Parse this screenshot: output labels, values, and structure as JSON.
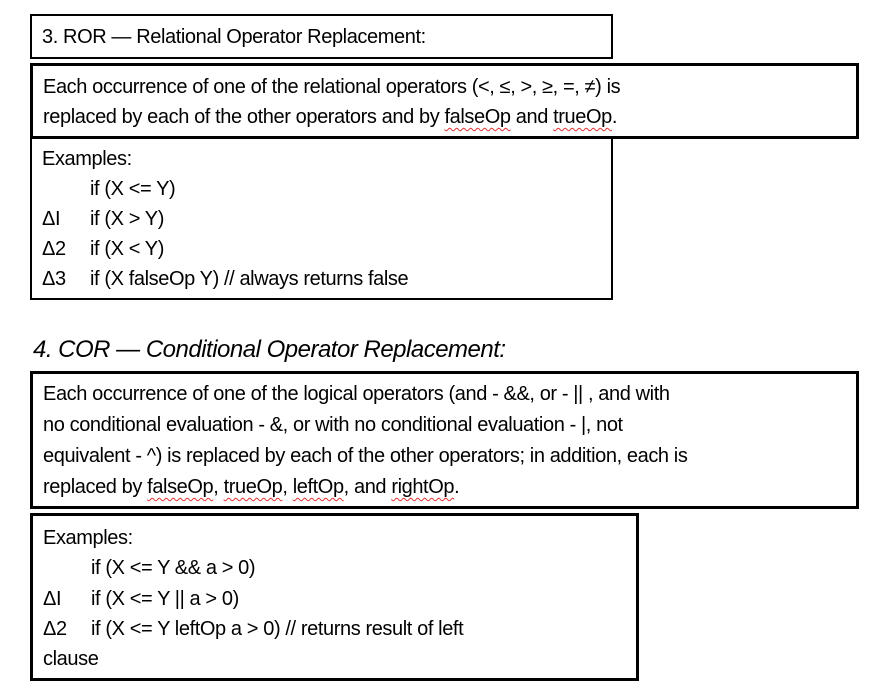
{
  "ror": {
    "title": "3. ROR — Relational Operator Replacement:",
    "desc": {
      "line1": "Each occurrence of one of the relational operators (<, ≤, >, ≥, =, ≠) is",
      "line2": [
        "replaced by each of the other operators and by ",
        "falseOp",
        " and ",
        "trueOp",
        "."
      ]
    },
    "examples": {
      "heading": "Examples:",
      "rows": [
        {
          "delta": "",
          "code": "if (X <= Y)"
        },
        {
          "delta": "ΔI",
          "code": "if (X > Y)"
        },
        {
          "delta": "Δ2",
          "code": "if (X < Y)"
        },
        {
          "delta": "Δ3",
          "code": "if (X falseOp Y)  // always returns false"
        }
      ]
    }
  },
  "cor": {
    "title": "4. COR — Conditional Operator Replacement:",
    "desc": {
      "line1": "Each occurrence of one of the logical operators (and - &&, or - || , and with",
      "line2": "no conditional evaluation - &, or with no conditional evaluation - |, not",
      "line3": "equivalent - ^) is replaced by each of the other operators; in addition, each is",
      "line4": [
        "replaced by ",
        "falseOp",
        ", ",
        "trueOp",
        ", ",
        "leftOp",
        ", and ",
        "rightOp",
        "."
      ]
    },
    "examples": {
      "heading": "Examples:",
      "rows": [
        {
          "delta": "",
          "code": "if (X <= Y && a > 0)"
        },
        {
          "delta": "ΔI",
          "code": "if (X <= Y || a > 0)"
        },
        {
          "delta": "Δ2",
          "code": "if (X <= Y leftOp a > 0) // returns result of left"
        }
      ],
      "continuation": "clause"
    }
  },
  "colors": {
    "spellcheck": "#e03030",
    "border": "#000000"
  }
}
